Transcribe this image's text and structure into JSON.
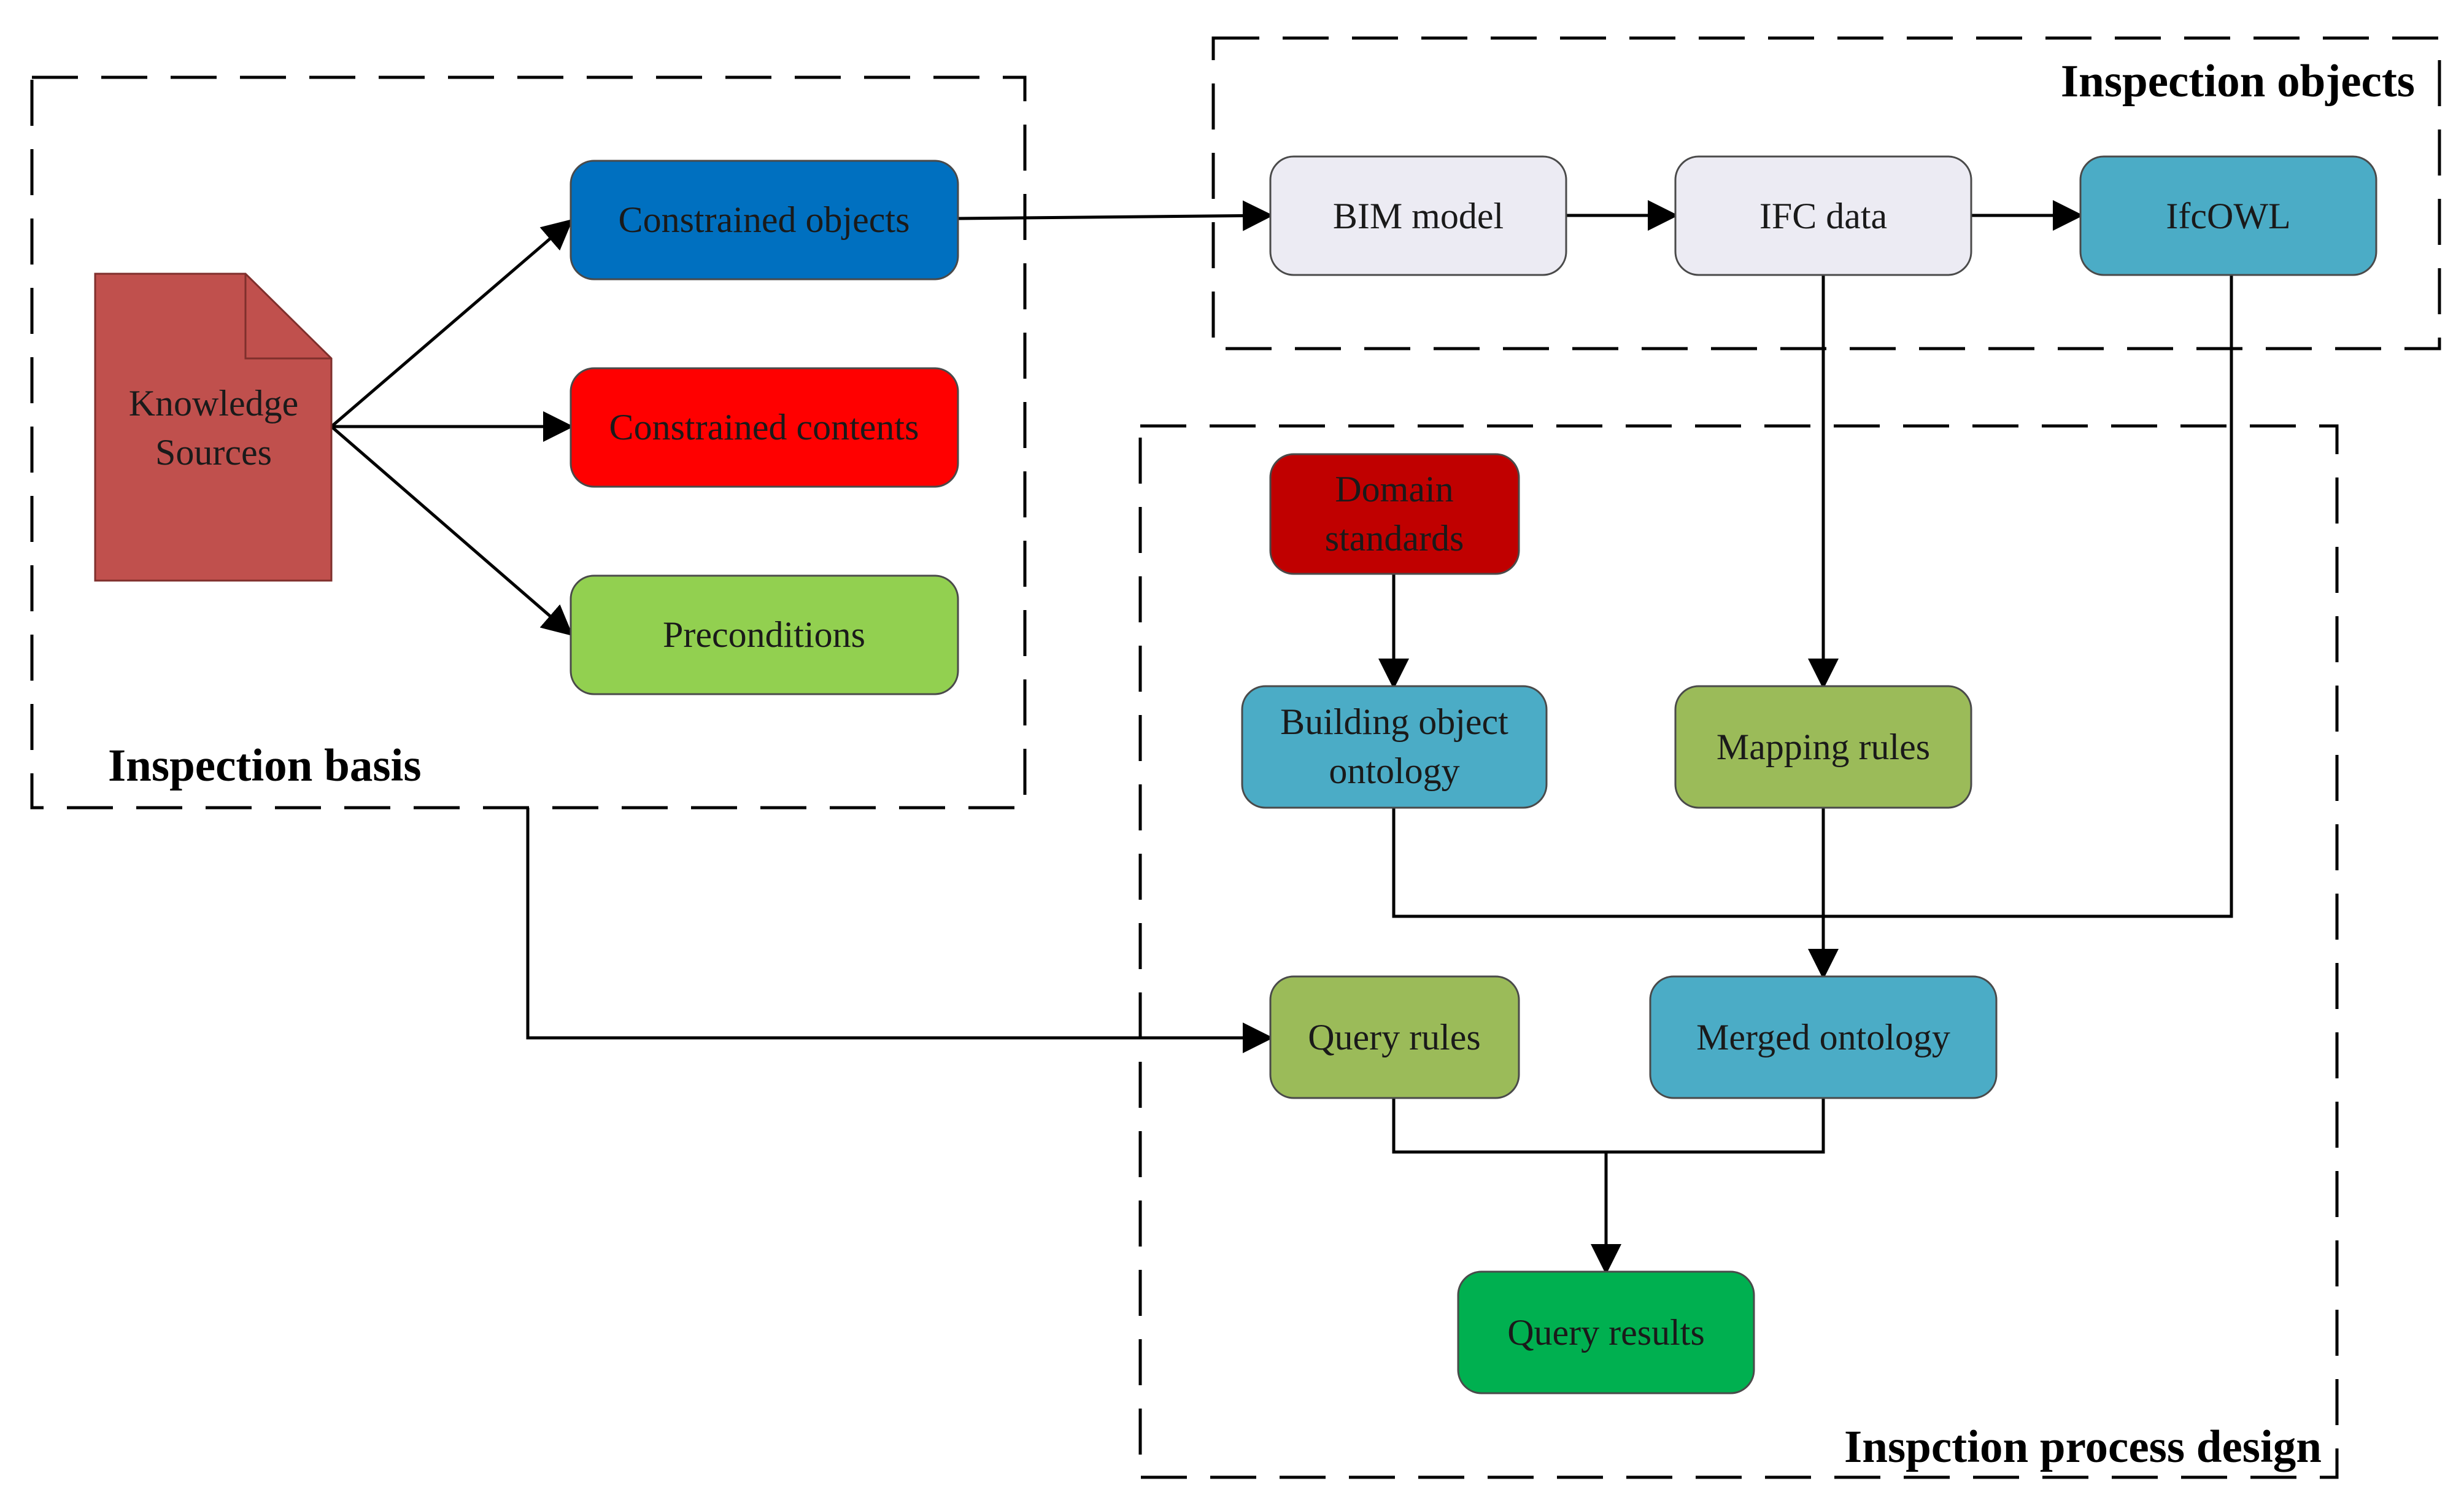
{
  "groups": {
    "inspection_basis": "Inspection basis",
    "inspection_objects": "Inspection objects",
    "process_design": "Inspction process design"
  },
  "nodes": {
    "knowledge_sources": {
      "line1": "Knowledge",
      "line2": "Sources",
      "color": "#c0504d"
    },
    "constrained_objects": {
      "label": "Constrained objects",
      "color": "#0070c0"
    },
    "constrained_contents": {
      "label": "Constrained contents",
      "color": "#ff0000"
    },
    "preconditions": {
      "label": "Preconditions",
      "color": "#92d050"
    },
    "bim_model": {
      "label": "BIM model",
      "color": "#ecebf3"
    },
    "ifc_data": {
      "label": "IFC data",
      "color": "#ecebf3"
    },
    "ifcowl": {
      "label": "IfcOWL",
      "color": "#4bacc6"
    },
    "domain_standards": {
      "line1": "Domain",
      "line2": "standards",
      "color": "#c00000"
    },
    "building_object_ontology": {
      "line1": "Building object",
      "line2": "ontology",
      "color": "#4bacc6"
    },
    "mapping_rules": {
      "label": "Mapping rules",
      "color": "#9bbb59"
    },
    "query_rules": {
      "label": "Query rules",
      "color": "#9bbb59"
    },
    "merged_ontology": {
      "label": "Merged ontology",
      "color": "#4bacc6"
    },
    "query_results": {
      "label": "Query results",
      "color": "#00b050"
    }
  }
}
